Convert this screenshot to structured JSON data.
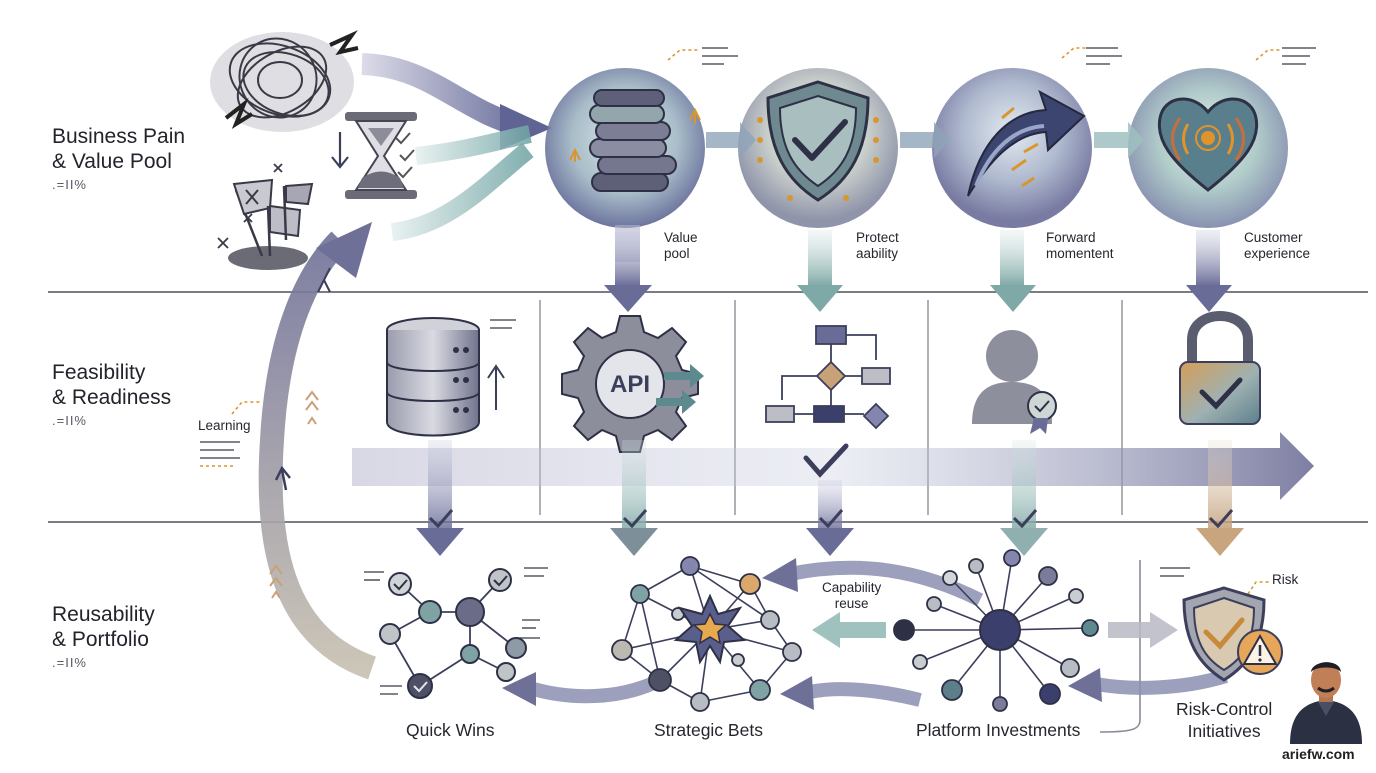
{
  "rows": [
    {
      "title_line1": "Business Pain",
      "title_line2": "& Value Pool",
      "glyphs": ".=II%"
    },
    {
      "title_line1": "Feasibility",
      "title_line2": "& Readiness",
      "glyphs": ".=II%"
    },
    {
      "title_line1": "Reusability",
      "title_line2": "& Portfolio",
      "glyphs": ".=II%"
    }
  ],
  "value_labels": [
    {
      "line1": "Value",
      "line2": "pool"
    },
    {
      "line1": "Protect",
      "line2": "aability"
    },
    {
      "line1": "Forward",
      "line2": "momentent"
    },
    {
      "line1": "Customer",
      "line2": "experience"
    }
  ],
  "loop_label": "Learning",
  "reuse_label": {
    "line1": "Capability",
    "line2": "reuse"
  },
  "risk_tag": "Risk",
  "api_text": "API",
  "categories": [
    {
      "line1": "Quick Wins",
      "line2": ""
    },
    {
      "line1": "Strategic Bets",
      "line2": ""
    },
    {
      "line1": "Platform Investments",
      "line2": ""
    },
    {
      "line1": "Risk-Control",
      "line2": "Initiatives"
    }
  ],
  "brand": "ariefw.com",
  "icons": [
    "scribble-cloud-icon",
    "hourglass-icon",
    "flags-icon",
    "coins-icon",
    "shield-check-icon",
    "forward-arrow-icon",
    "heart-signal-icon",
    "database-icon",
    "api-gear-icon",
    "flowchart-icon",
    "person-badge-icon",
    "padlock-check-icon",
    "network-icon",
    "star-network-icon",
    "hub-network-icon",
    "risk-shield-icon",
    "warning-icon",
    "avatar"
  ],
  "colors": {
    "ink": "#3b3f5c",
    "indigo": "#6e6f9b",
    "teal": "#6fa3a3",
    "sand": "#c9a178",
    "gold": "#d9962e",
    "grey": "#9ea0a8"
  }
}
